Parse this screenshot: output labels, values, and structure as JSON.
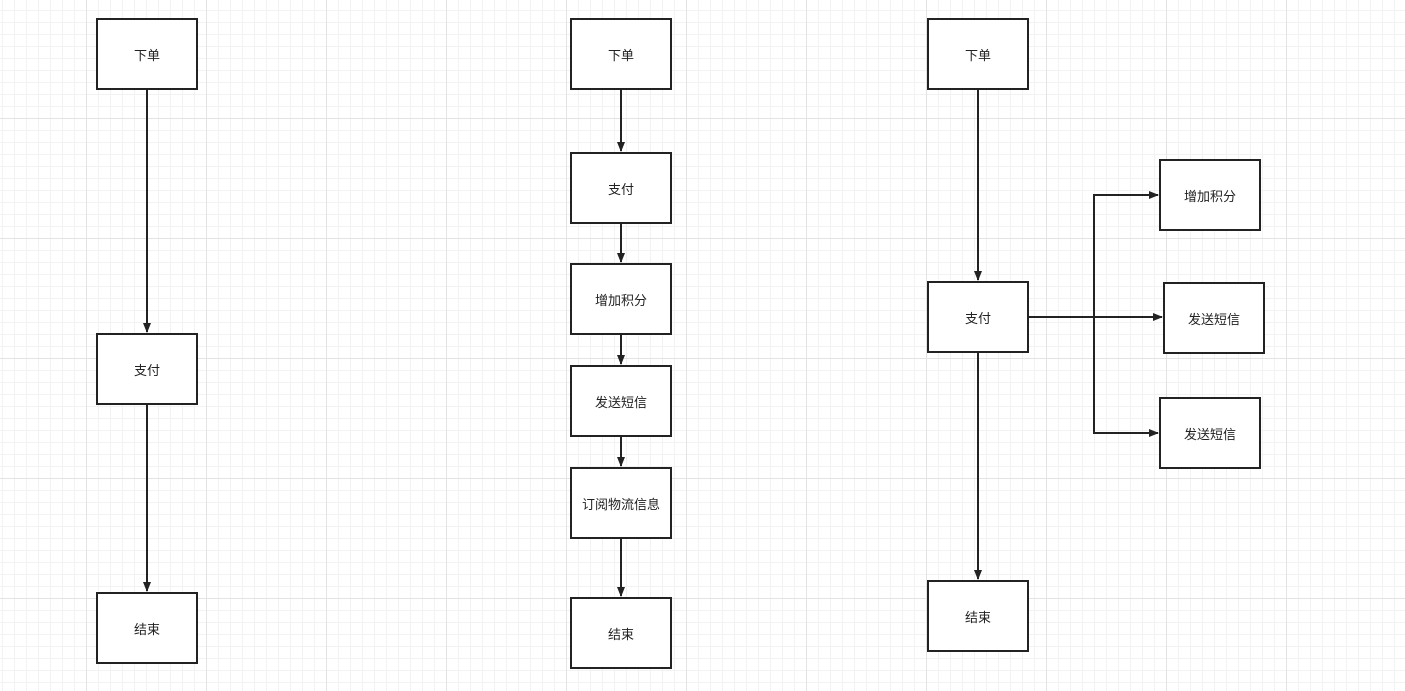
{
  "colors": {
    "stroke": "#222222",
    "text": "#222222",
    "grid_major": "#e3e3e3",
    "grid_minor": "#f2f2f2"
  },
  "flow1": {
    "order": "下单",
    "pay": "支付",
    "end": "结束"
  },
  "flow2": {
    "order": "下单",
    "pay": "支付",
    "points": "增加积分",
    "sms": "发送短信",
    "logistics": "订阅物流信息",
    "end": "结束"
  },
  "flow3": {
    "order": "下单",
    "pay": "支付",
    "points": "增加积分",
    "sms_1": "发送短信",
    "sms_2": "发送短信",
    "end": "结束"
  }
}
